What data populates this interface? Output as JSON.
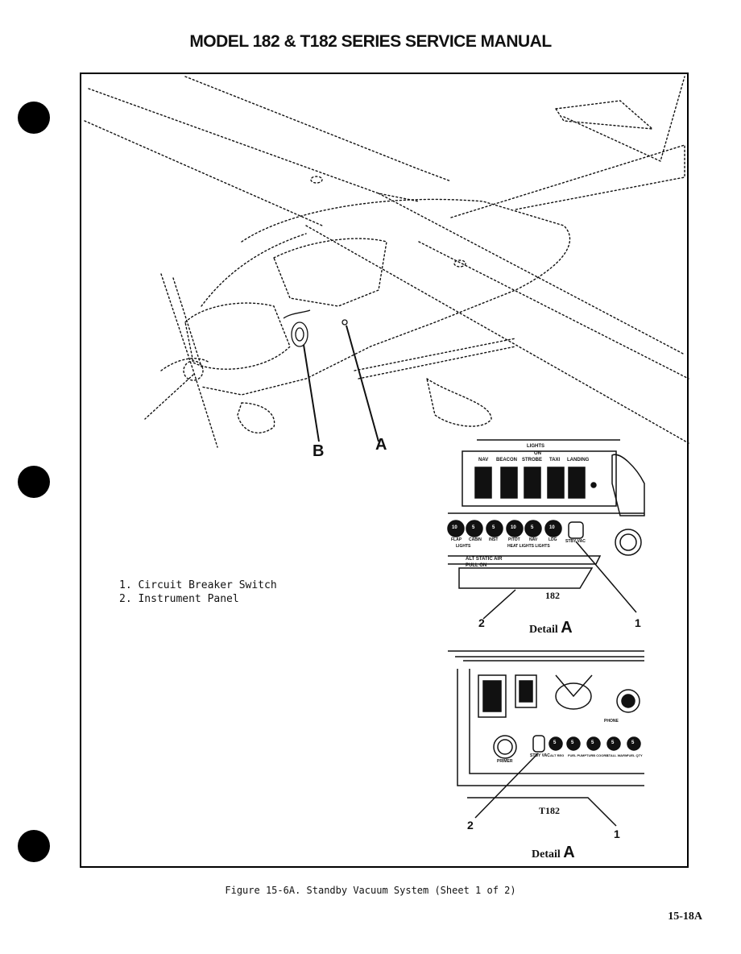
{
  "header": {
    "title": "MODEL 182 & T182 SERIES SERVICE MANUAL"
  },
  "legend": {
    "items": [
      "1.  Circuit Breaker Switch",
      "2.  Instrument Panel"
    ]
  },
  "callouts": {
    "b": "B",
    "a": "A"
  },
  "panel_182": {
    "lights_heading": "LIGHTS",
    "on_label": "ON",
    "switch_labels": [
      "NAV",
      "BEACON",
      "STROBE",
      "TAXI",
      "LANDING"
    ],
    "breaker_labels": [
      "FLAP",
      "CABIN",
      "INST",
      "PITOT",
      "NAV",
      "LDG"
    ],
    "breaker_values": [
      "10",
      "5",
      "5",
      "10",
      "5",
      "10"
    ],
    "group_labels": [
      "LIGHTS",
      "HEAT LIGHTS LIGHTS"
    ],
    "stby_label": "STBY VAC",
    "alt_static": "ALT STATIC AIR",
    "pull_on": "PULL ON",
    "model": "182",
    "num_1": "1",
    "num_2": "2",
    "detail": "Detail",
    "detail_letter": "A"
  },
  "panel_t182": {
    "breaker_labels": [
      "ALT REG",
      "FUEL PUMP",
      "TURB COORD",
      "STALL WARN",
      "FUEL QTY"
    ],
    "breaker_values": [
      "5",
      "5",
      "5",
      "5",
      "5"
    ],
    "phone": "PHONE",
    "primer": "PRIMER",
    "stby_vac": "STBY VAC",
    "model": "T182",
    "num_1": "1",
    "num_2": "2",
    "detail": "Detail",
    "detail_letter": "A"
  },
  "caption": "Figure 15-6A.  Standby Vacuum System (Sheet 1 of 2)",
  "page_number": "15-18A"
}
